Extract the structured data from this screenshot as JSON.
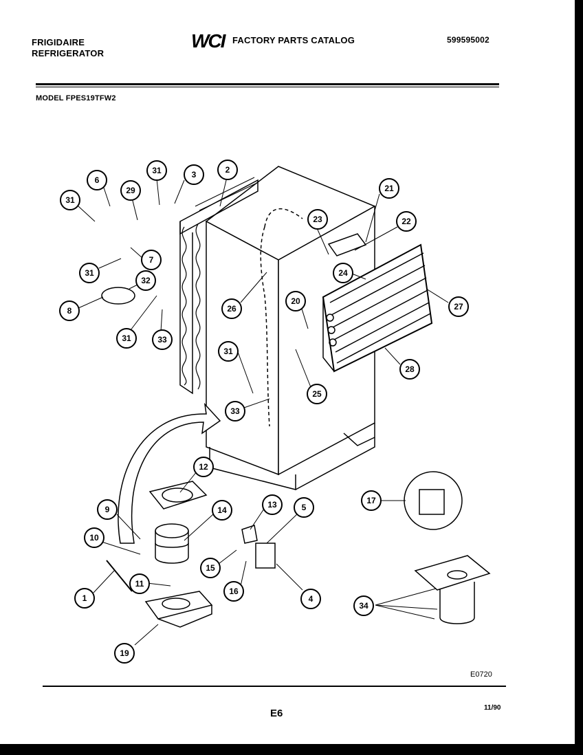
{
  "header": {
    "brand_line1": "FRIGIDAIRE",
    "brand_line2": "REFRIGERATOR",
    "logo_text": "WCI",
    "catalog_title": "FACTORY PARTS CATALOG",
    "part_number": "599595002",
    "model": "MODEL FPES19TFW2"
  },
  "footer": {
    "figure_code": "E0720",
    "page": "E6",
    "date": "11/90"
  },
  "callouts": [
    "31",
    "6",
    "29",
    "31",
    "3",
    "2",
    "7",
    "31",
    "32",
    "8",
    "31",
    "33",
    "21",
    "23",
    "22",
    "24",
    "26",
    "20",
    "27",
    "31",
    "25",
    "28",
    "33",
    "12",
    "17",
    "9",
    "14",
    "13",
    "5",
    "10",
    "15",
    "11",
    "1",
    "16",
    "4",
    "34",
    "19"
  ]
}
